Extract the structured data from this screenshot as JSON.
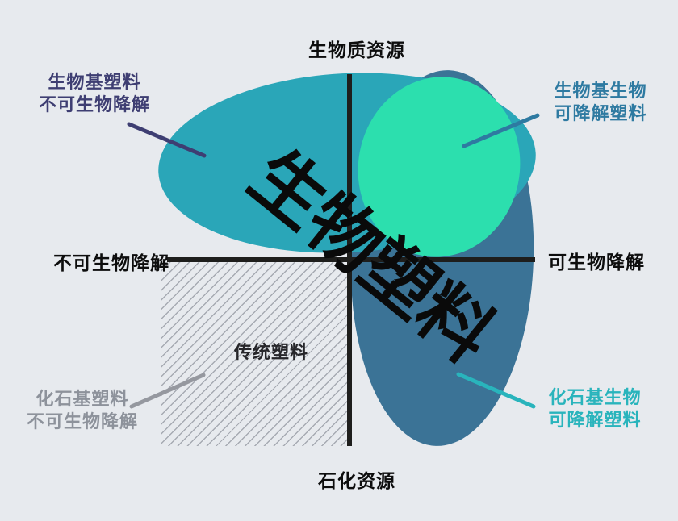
{
  "title": {
    "text": "生物塑料"
  },
  "axes": {
    "top_label": "生物质资源",
    "bottom_label": "石化资源",
    "left_label": "不可生物降解",
    "right_label": "可生物降解"
  },
  "labels": {
    "bio_nondegradable": {
      "line1": "生物基塑料",
      "line2": "不可生物降解"
    },
    "bio_degradable": {
      "line1": "生物基生物",
      "line2": "可降解塑料"
    },
    "fossil_degradable": {
      "line1": "化石基生物",
      "line2": "可降解塑料"
    },
    "fossil_nondegradable": {
      "line1": "化石基塑料",
      "line2": "不可生物降解"
    },
    "traditional_plastics": {
      "label": "传统塑料"
    }
  },
  "colors": {
    "background": "#e7eaee",
    "axis": "#1e1e1c",
    "teal_ellipse": "#2aa6b8",
    "green_ellipse": "#2cdfae",
    "darkblue_ellipse": "#3b7396",
    "navy_label": "#3e3e72",
    "steelblue_label": "#2e7aa1",
    "brightteal_label": "#29b4bc",
    "gray_label": "#8d929b",
    "hatch_line": "#a6aab2",
    "title_text": "#0a0a0a"
  }
}
